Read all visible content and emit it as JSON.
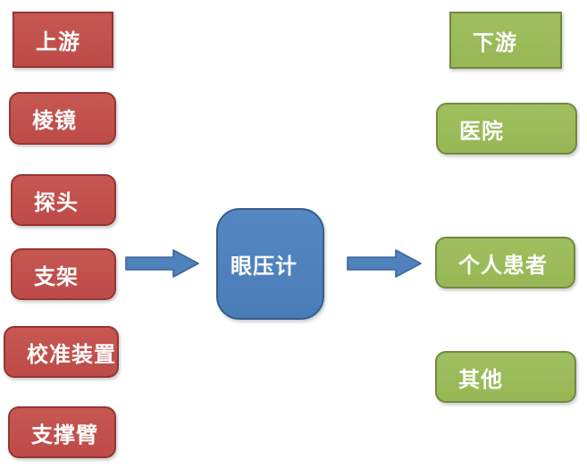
{
  "diagram": {
    "type": "supply-chain-flow",
    "background": "#FFFFFF",
    "colors": {
      "upstream_fill": "#C0504D",
      "upstream_border": "#943634",
      "downstream_fill": "#9BBB59",
      "downstream_border": "#71893F",
      "product_fill": "#4F81BD",
      "product_border": "#385D8A",
      "arrow_fill": "#4F81BD",
      "arrow_border": "#3D6699",
      "text": "#FFFFFF"
    },
    "upstream": {
      "header": "上游",
      "items": [
        "棱镜",
        "探头",
        "支架",
        "校准装置",
        "支撑臂"
      ]
    },
    "product": {
      "label": "眼压计"
    },
    "downstream": {
      "header": "下游",
      "items": [
        "医院",
        "个人患者",
        "其他"
      ]
    },
    "arrows": [
      {
        "name": "upstream-to-product",
        "direction": "right"
      },
      {
        "name": "product-to-downstream",
        "direction": "right"
      }
    ]
  }
}
